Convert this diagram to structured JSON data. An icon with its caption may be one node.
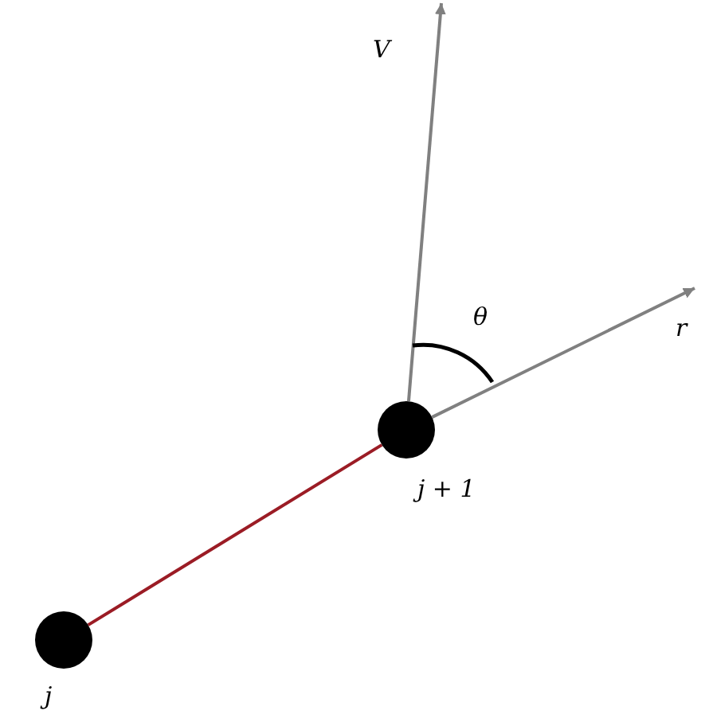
{
  "diagram": {
    "nodes": [
      {
        "text": [],
        "shape": "circle",
        "beside": [
          "j"
        ]
      },
      {
        "text": [],
        "shape": "circle",
        "beside": [
          "j + 1"
        ]
      }
    ],
    "edges": [
      {
        "from": 0,
        "to": 1,
        "arrow": "none",
        "color": "#9b1c25"
      },
      {
        "from": 1,
        "to": null,
        "arrow": "to",
        "label": "V"
      },
      {
        "from": 1,
        "to": null,
        "arrow": "to",
        "label": "r"
      }
    ],
    "labels": [
      "θ"
    ]
  }
}
